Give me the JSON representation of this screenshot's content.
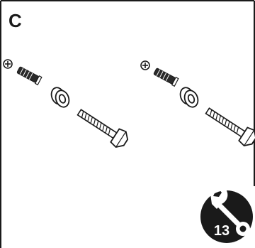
{
  "panel": {
    "letter": "C",
    "tool_badge": {
      "number": "13",
      "icon": "wrench-icon"
    },
    "hardware_sets": [
      {
        "items": [
          "phillips-screwdriver-icon",
          "wall-anchor",
          "spacer-washer",
          "hex-bolt"
        ]
      },
      {
        "items": [
          "phillips-screwdriver-icon",
          "wall-anchor",
          "spacer-washer",
          "hex-bolt"
        ]
      }
    ],
    "colors": {
      "line": "#1a1a1a",
      "badge": "#1a1a1a",
      "badge_text": "#ffffff"
    }
  }
}
